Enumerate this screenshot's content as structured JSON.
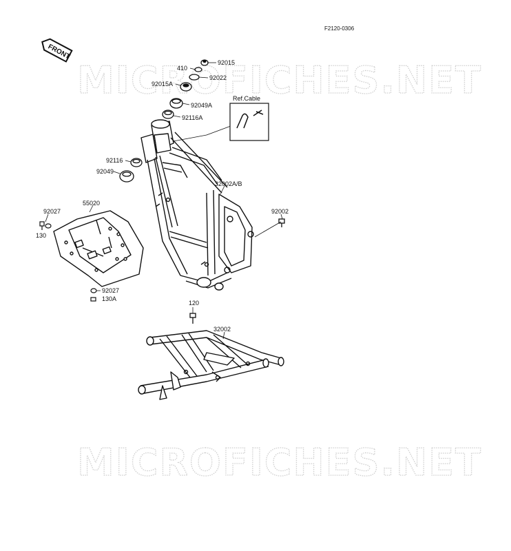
{
  "diagram": {
    "code": "F2120-0306",
    "front_label": "FRONT",
    "watermark": "MICROFICHES.NET",
    "ref_cable_label": "Ref.Cable",
    "parts": {
      "p92015": "92015",
      "p410": "410",
      "p92022": "92022",
      "p92015A": "92015A",
      "p92049A": "92049A",
      "p92116A": "92116A",
      "p92116": "92116",
      "p92049": "92049",
      "p32002AB": "32002A/B",
      "p92027_top": "92027",
      "p55020": "55020",
      "p130": "130",
      "p92002": "92002",
      "p92027_bot": "92027",
      "p130A": "130A",
      "p120": "120",
      "p32002": "32002"
    }
  }
}
